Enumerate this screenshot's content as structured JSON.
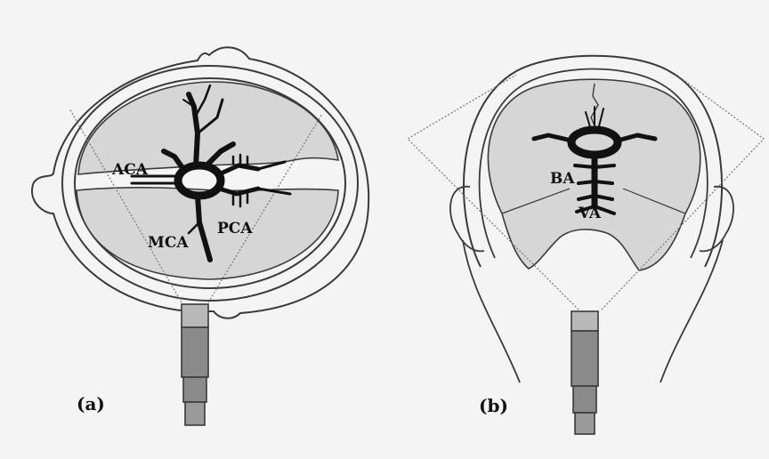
{
  "panels": [
    {
      "label": "(a)",
      "arteries": [
        "ACA",
        "MCA",
        "PCA"
      ]
    },
    {
      "label": "(b)",
      "arteries": [
        "BA",
        "VA"
      ]
    }
  ],
  "colors": {
    "background": "#f4f4f4",
    "skull_line": "#3a3a3a",
    "brain_fill": "#d6d6d6",
    "vessel": "#111111",
    "probe_fill": "#8a8a8a",
    "probe_light": "#b8b8b8",
    "beam_line": "#777777"
  }
}
